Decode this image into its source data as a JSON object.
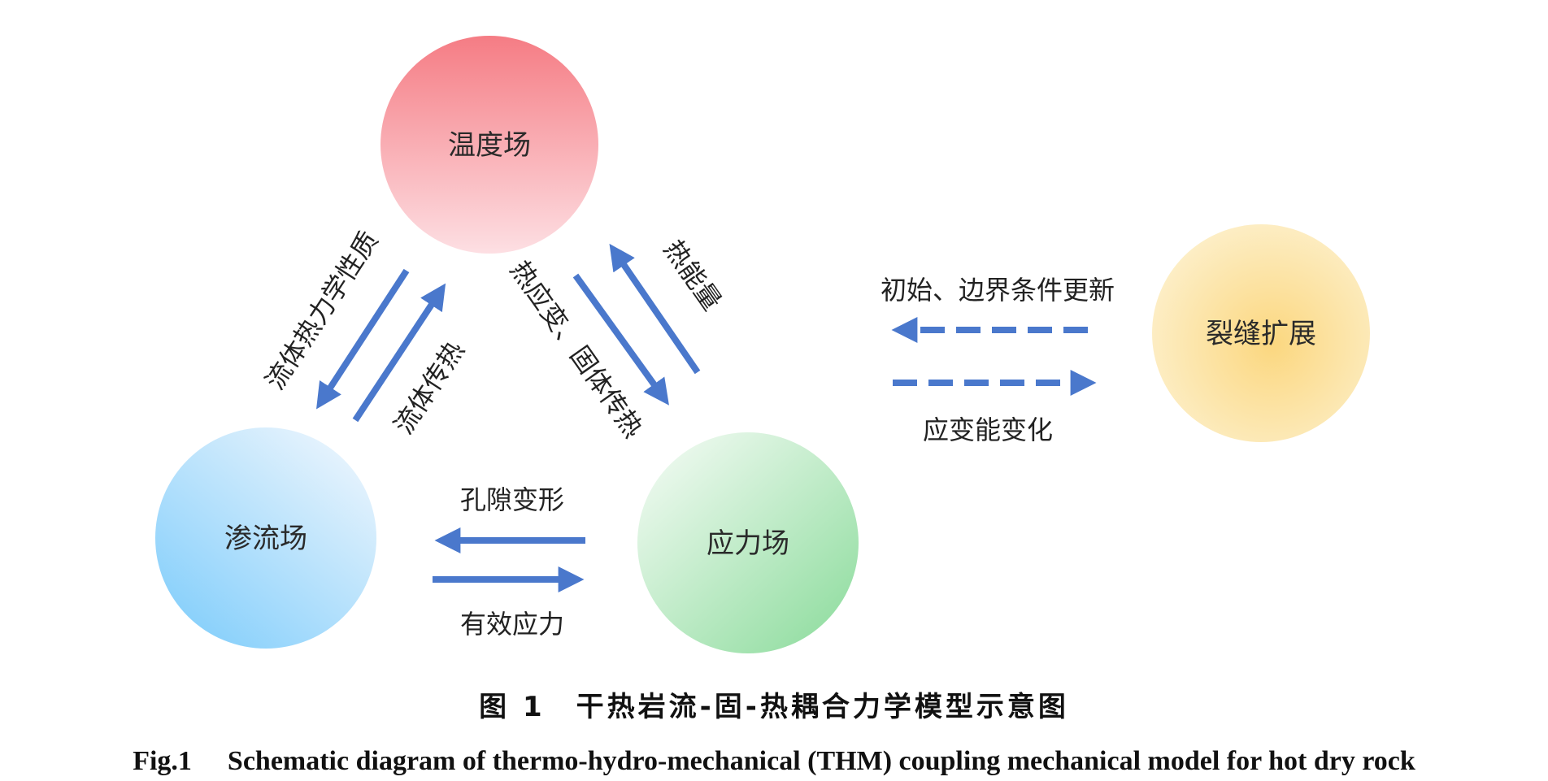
{
  "nodes": {
    "temperature": "温度场",
    "seepage": "渗流场",
    "stress": "应力场",
    "fracture": "裂缝扩展"
  },
  "edges": {
    "temp_to_seepage": "流体热力学性质",
    "seepage_to_temp": "流体传热",
    "temp_to_stress": "热应变、固体传热",
    "stress_to_temp": "热能量",
    "stress_to_seepage": "孔隙变形",
    "seepage_to_stress": "有效应力",
    "fracture_to_system": "初始、边界条件更新",
    "system_to_fracture": "应变能变化"
  },
  "caption": {
    "cn": "图 1　干热岩流-固-热耦合力学模型示意图",
    "en_fig": "Fig.1",
    "en_text": "Schematic diagram of thermo-hydro-mechanical (THM) coupling mechanical model for hot dry rock"
  },
  "colors": {
    "arrow": "#4a78cc",
    "temperature": "#f57f86",
    "seepage": "#8ad1fb",
    "stress": "#9adfa8",
    "fracture": "#fbd98a"
  }
}
